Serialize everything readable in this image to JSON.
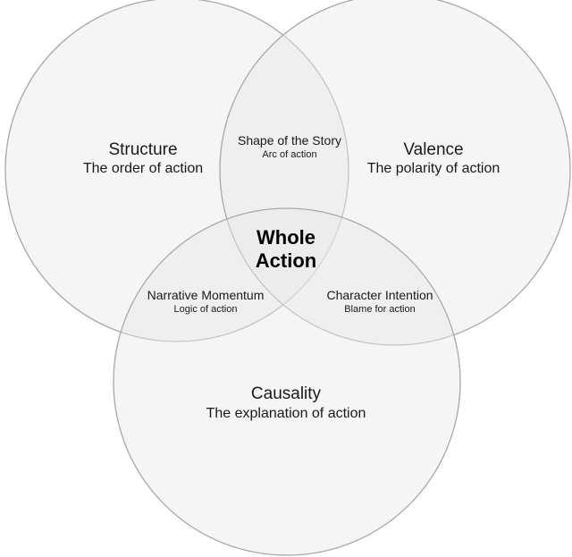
{
  "colors": {
    "circle_fill": "#f2f2f2",
    "circle_stroke": "#a8a8a8",
    "text": "#1a1a1a"
  },
  "circles": {
    "structure": {
      "title": "Structure",
      "subtitle": "The order of action"
    },
    "valence": {
      "title": "Valence",
      "subtitle": "The polarity of action"
    },
    "causality": {
      "title": "Causality",
      "subtitle": "The explanation of action"
    }
  },
  "overlaps": {
    "structure_valence": {
      "title": "Shape of the Story",
      "subtitle": "Arc of action"
    },
    "structure_causality": {
      "title": "Narrative Momentum",
      "subtitle": "Logic of action"
    },
    "valence_causality": {
      "title": "Character Intention",
      "subtitle": "Blame for action"
    }
  },
  "center": {
    "line1": "Whole",
    "line2": "Action"
  }
}
